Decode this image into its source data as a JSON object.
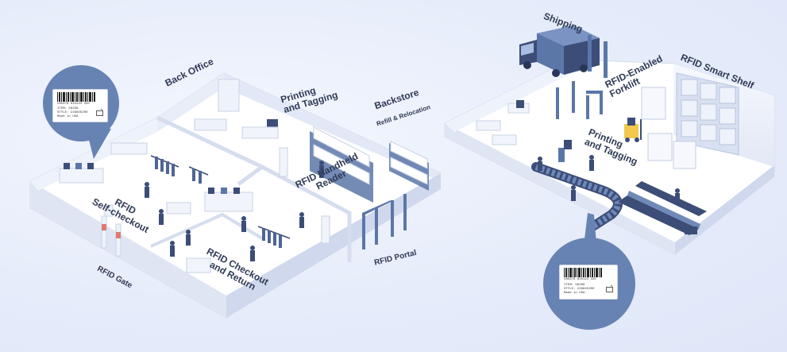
{
  "labels": {
    "back_office": "Back Office",
    "printing_tagging_store": "Printing\nand Tagging",
    "backstore_title": "Backstore",
    "backstore_sub": "Refill & Relocation",
    "rfid_handheld": "RFID Handheld\nReader",
    "rfid_self_checkout": "RFID\nSelf-checkout",
    "rfid_checkout_return": "RFID Checkout\nand Return",
    "rfid_gate": "RFID Gate",
    "rfid_portal": "RFID Portal",
    "shipping": "Shipping",
    "rfid_forklift": "RFID-Enabled\nForklift",
    "rfid_smart_shelf": "RFID Smart Shelf",
    "printing_tagging_warehouse": "Printing\nand Tagging"
  },
  "tag_top": {
    "barcode_number": "CN5678 910124 345",
    "line1": "ITEM: 56298",
    "line2": "STYLE: 229845200",
    "line3": "Made in USA"
  },
  "tag_bottom": {
    "barcode_number": "CN5678 910124 345",
    "line1": "ITEM: 56298",
    "line2": "STYLE: 229845200",
    "line3": "Made in USA"
  },
  "colors": {
    "background": "#e9eefb",
    "floor": "#ffffff",
    "wall_side": "#dfe5f3",
    "accent_blue": "#5b77a8",
    "dark_navy": "#3c4d78",
    "callout_circle": "#6783b3"
  }
}
